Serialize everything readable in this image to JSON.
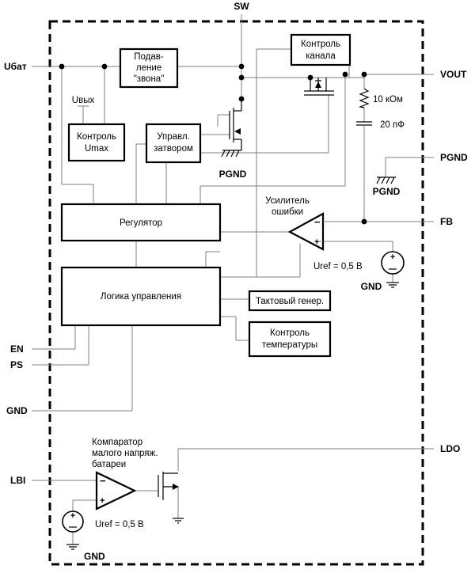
{
  "pins": {
    "sw": "SW",
    "ubat": "Uбат",
    "vout": "VOUT",
    "pgnd_right": "PGND",
    "fb": "FB",
    "en": "EN",
    "ps": "PS",
    "gnd": "GND",
    "lbi": "LBI",
    "ldo": "LDO"
  },
  "blocks": {
    "suppress": [
      "Подав-",
      "ление",
      "\"звона\""
    ],
    "channel": [
      "Контроль",
      "канала"
    ],
    "umax": [
      "Контроль",
      "Umax"
    ],
    "gate": [
      "Управл.",
      "затвором"
    ],
    "regulator": "Регулятор",
    "logic": "Логика управления",
    "clock": "Тактовый генер.",
    "temp": [
      "Контроль",
      "температуры"
    ]
  },
  "labels": {
    "uout": "Uвых",
    "pgnd_inner": "PGND",
    "pgnd_ext": "PGND",
    "resistor": "10 кОм",
    "capacitor": "20 пФ",
    "error_amp": [
      "Усилитель",
      "ошибки"
    ],
    "uref_top": "Uref = 0,5 В",
    "gnd_top": "GND",
    "comparator": [
      "Компаратор",
      "малого напряж.",
      "батареи"
    ],
    "uref_bottom": "Uref = 0,5 В",
    "gnd_bottom": "GND"
  }
}
